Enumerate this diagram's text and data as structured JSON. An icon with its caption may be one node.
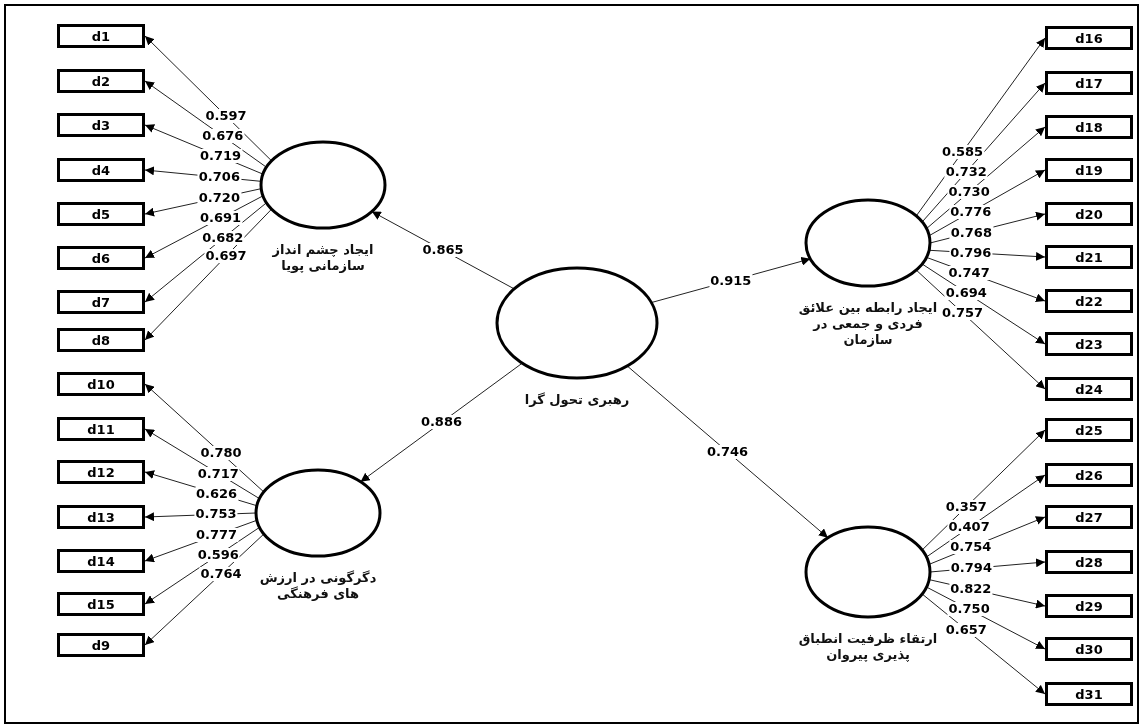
{
  "diagram": {
    "nodes": [
      {
        "text": [
          "ایجاد چشم انداز سازمانی پویا"
        ]
      },
      {
        "text": [
          "رهبری تحول گرا"
        ]
      },
      {
        "text": [
          "دگرگونی در ارزش های فرهنگی"
        ]
      },
      {
        "text": [
          "ایجاد رابطه بین علائق فردی و جمعی در سازمان"
        ]
      },
      {
        "text": [
          "ارتقاء ظرفیت انطباق پذیری پیروان"
        ]
      },
      {
        "text": [
          "d1"
        ]
      },
      {
        "text": [
          "d2"
        ]
      },
      {
        "text": [
          "d3"
        ]
      },
      {
        "text": [
          "d4"
        ]
      },
      {
        "text": [
          "d5"
        ]
      },
      {
        "text": [
          "d6"
        ]
      },
      {
        "text": [
          "d7"
        ]
      },
      {
        "text": [
          "d8"
        ]
      },
      {
        "text": [
          "d10"
        ]
      },
      {
        "text": [
          "d11"
        ]
      },
      {
        "text": [
          "d12"
        ]
      },
      {
        "text": [
          "d13"
        ]
      },
      {
        "text": [
          "d14"
        ]
      },
      {
        "text": [
          "d15"
        ]
      },
      {
        "text": [
          "d9"
        ]
      },
      {
        "text": [
          "d16"
        ]
      },
      {
        "text": [
          "d17"
        ]
      },
      {
        "text": [
          "d18"
        ]
      },
      {
        "text": [
          "d19"
        ]
      },
      {
        "text": [
          "d20"
        ]
      },
      {
        "text": [
          "d21"
        ]
      },
      {
        "text": [
          "d22"
        ]
      },
      {
        "text": [
          "d23"
        ]
      },
      {
        "text": [
          "d24"
        ]
      },
      {
        "text": [
          "d25"
        ]
      },
      {
        "text": [
          "d26"
        ]
      },
      {
        "text": [
          "d27"
        ]
      },
      {
        "text": [
          "d28"
        ]
      },
      {
        "text": [
          "d29"
        ]
      },
      {
        "text": [
          "d30"
        ]
      },
      {
        "text": [
          "d31"
        ]
      }
    ],
    "edges": [
      {
        "from": 1,
        "to": 0,
        "arrow": "to",
        "label": "0.865"
      },
      {
        "from": 1,
        "to": 3,
        "arrow": "to",
        "label": "0.915"
      },
      {
        "from": 1,
        "to": 2,
        "arrow": "to",
        "label": "0.886"
      },
      {
        "from": 1,
        "to": 4,
        "arrow": "to",
        "label": "0.746"
      },
      {
        "from": 0,
        "to": 5,
        "arrow": "to",
        "label": "0.597"
      },
      {
        "from": 0,
        "to": 6,
        "arrow": "to",
        "label": "0.676"
      },
      {
        "from": 0,
        "to": 7,
        "arrow": "to",
        "label": "0.719"
      },
      {
        "from": 0,
        "to": 8,
        "arrow": "to",
        "label": "0.706"
      },
      {
        "from": 0,
        "to": 9,
        "arrow": "to",
        "label": "0.720"
      },
      {
        "from": 0,
        "to": 10,
        "arrow": "to",
        "label": "0.691"
      },
      {
        "from": 0,
        "to": 11,
        "arrow": "to",
        "label": "0.682"
      },
      {
        "from": 0,
        "to": 12,
        "arrow": "to",
        "label": "0.697"
      },
      {
        "from": 2,
        "to": 13,
        "arrow": "to",
        "label": "0.780"
      },
      {
        "from": 2,
        "to": 14,
        "arrow": "to",
        "label": "0.717"
      },
      {
        "from": 2,
        "to": 15,
        "arrow": "to",
        "label": "0.626"
      },
      {
        "from": 2,
        "to": 16,
        "arrow": "to",
        "label": "0.753"
      },
      {
        "from": 2,
        "to": 17,
        "arrow": "to",
        "label": "0.777"
      },
      {
        "from": 2,
        "to": 18,
        "arrow": "to",
        "label": "0.596"
      },
      {
        "from": 2,
        "to": 19,
        "arrow": "to",
        "label": "0.764"
      },
      {
        "from": 3,
        "to": 20,
        "arrow": "to",
        "label": "0.585"
      },
      {
        "from": 3,
        "to": 21,
        "arrow": "to",
        "label": "0.732"
      },
      {
        "from": 3,
        "to": 22,
        "arrow": "to",
        "label": "0.730"
      },
      {
        "from": 3,
        "to": 23,
        "arrow": "to",
        "label": "0.776"
      },
      {
        "from": 3,
        "to": 24,
        "arrow": "to",
        "label": "0.768"
      },
      {
        "from": 3,
        "to": 25,
        "arrow": "to",
        "label": "0.796"
      },
      {
        "from": 3,
        "to": 26,
        "arrow": "to",
        "label": "0.747"
      },
      {
        "from": 3,
        "to": 27,
        "arrow": "to",
        "label": "0.694"
      },
      {
        "from": 3,
        "to": 28,
        "arrow": "to",
        "label": "0.757"
      },
      {
        "from": 4,
        "to": 29,
        "arrow": "to",
        "label": "0.357"
      },
      {
        "from": 4,
        "to": 30,
        "arrow": "to",
        "label": "0.407"
      },
      {
        "from": 4,
        "to": 31,
        "arrow": "to",
        "label": "0.754"
      },
      {
        "from": 4,
        "to": 32,
        "arrow": "to",
        "label": "0.794"
      },
      {
        "from": 4,
        "to": 33,
        "arrow": "to",
        "label": "0.822"
      },
      {
        "from": 4,
        "to": 34,
        "arrow": "to",
        "label": "0.750"
      },
      {
        "from": 4,
        "to": 35,
        "arrow": "to",
        "label": "0.657"
      }
    ]
  }
}
